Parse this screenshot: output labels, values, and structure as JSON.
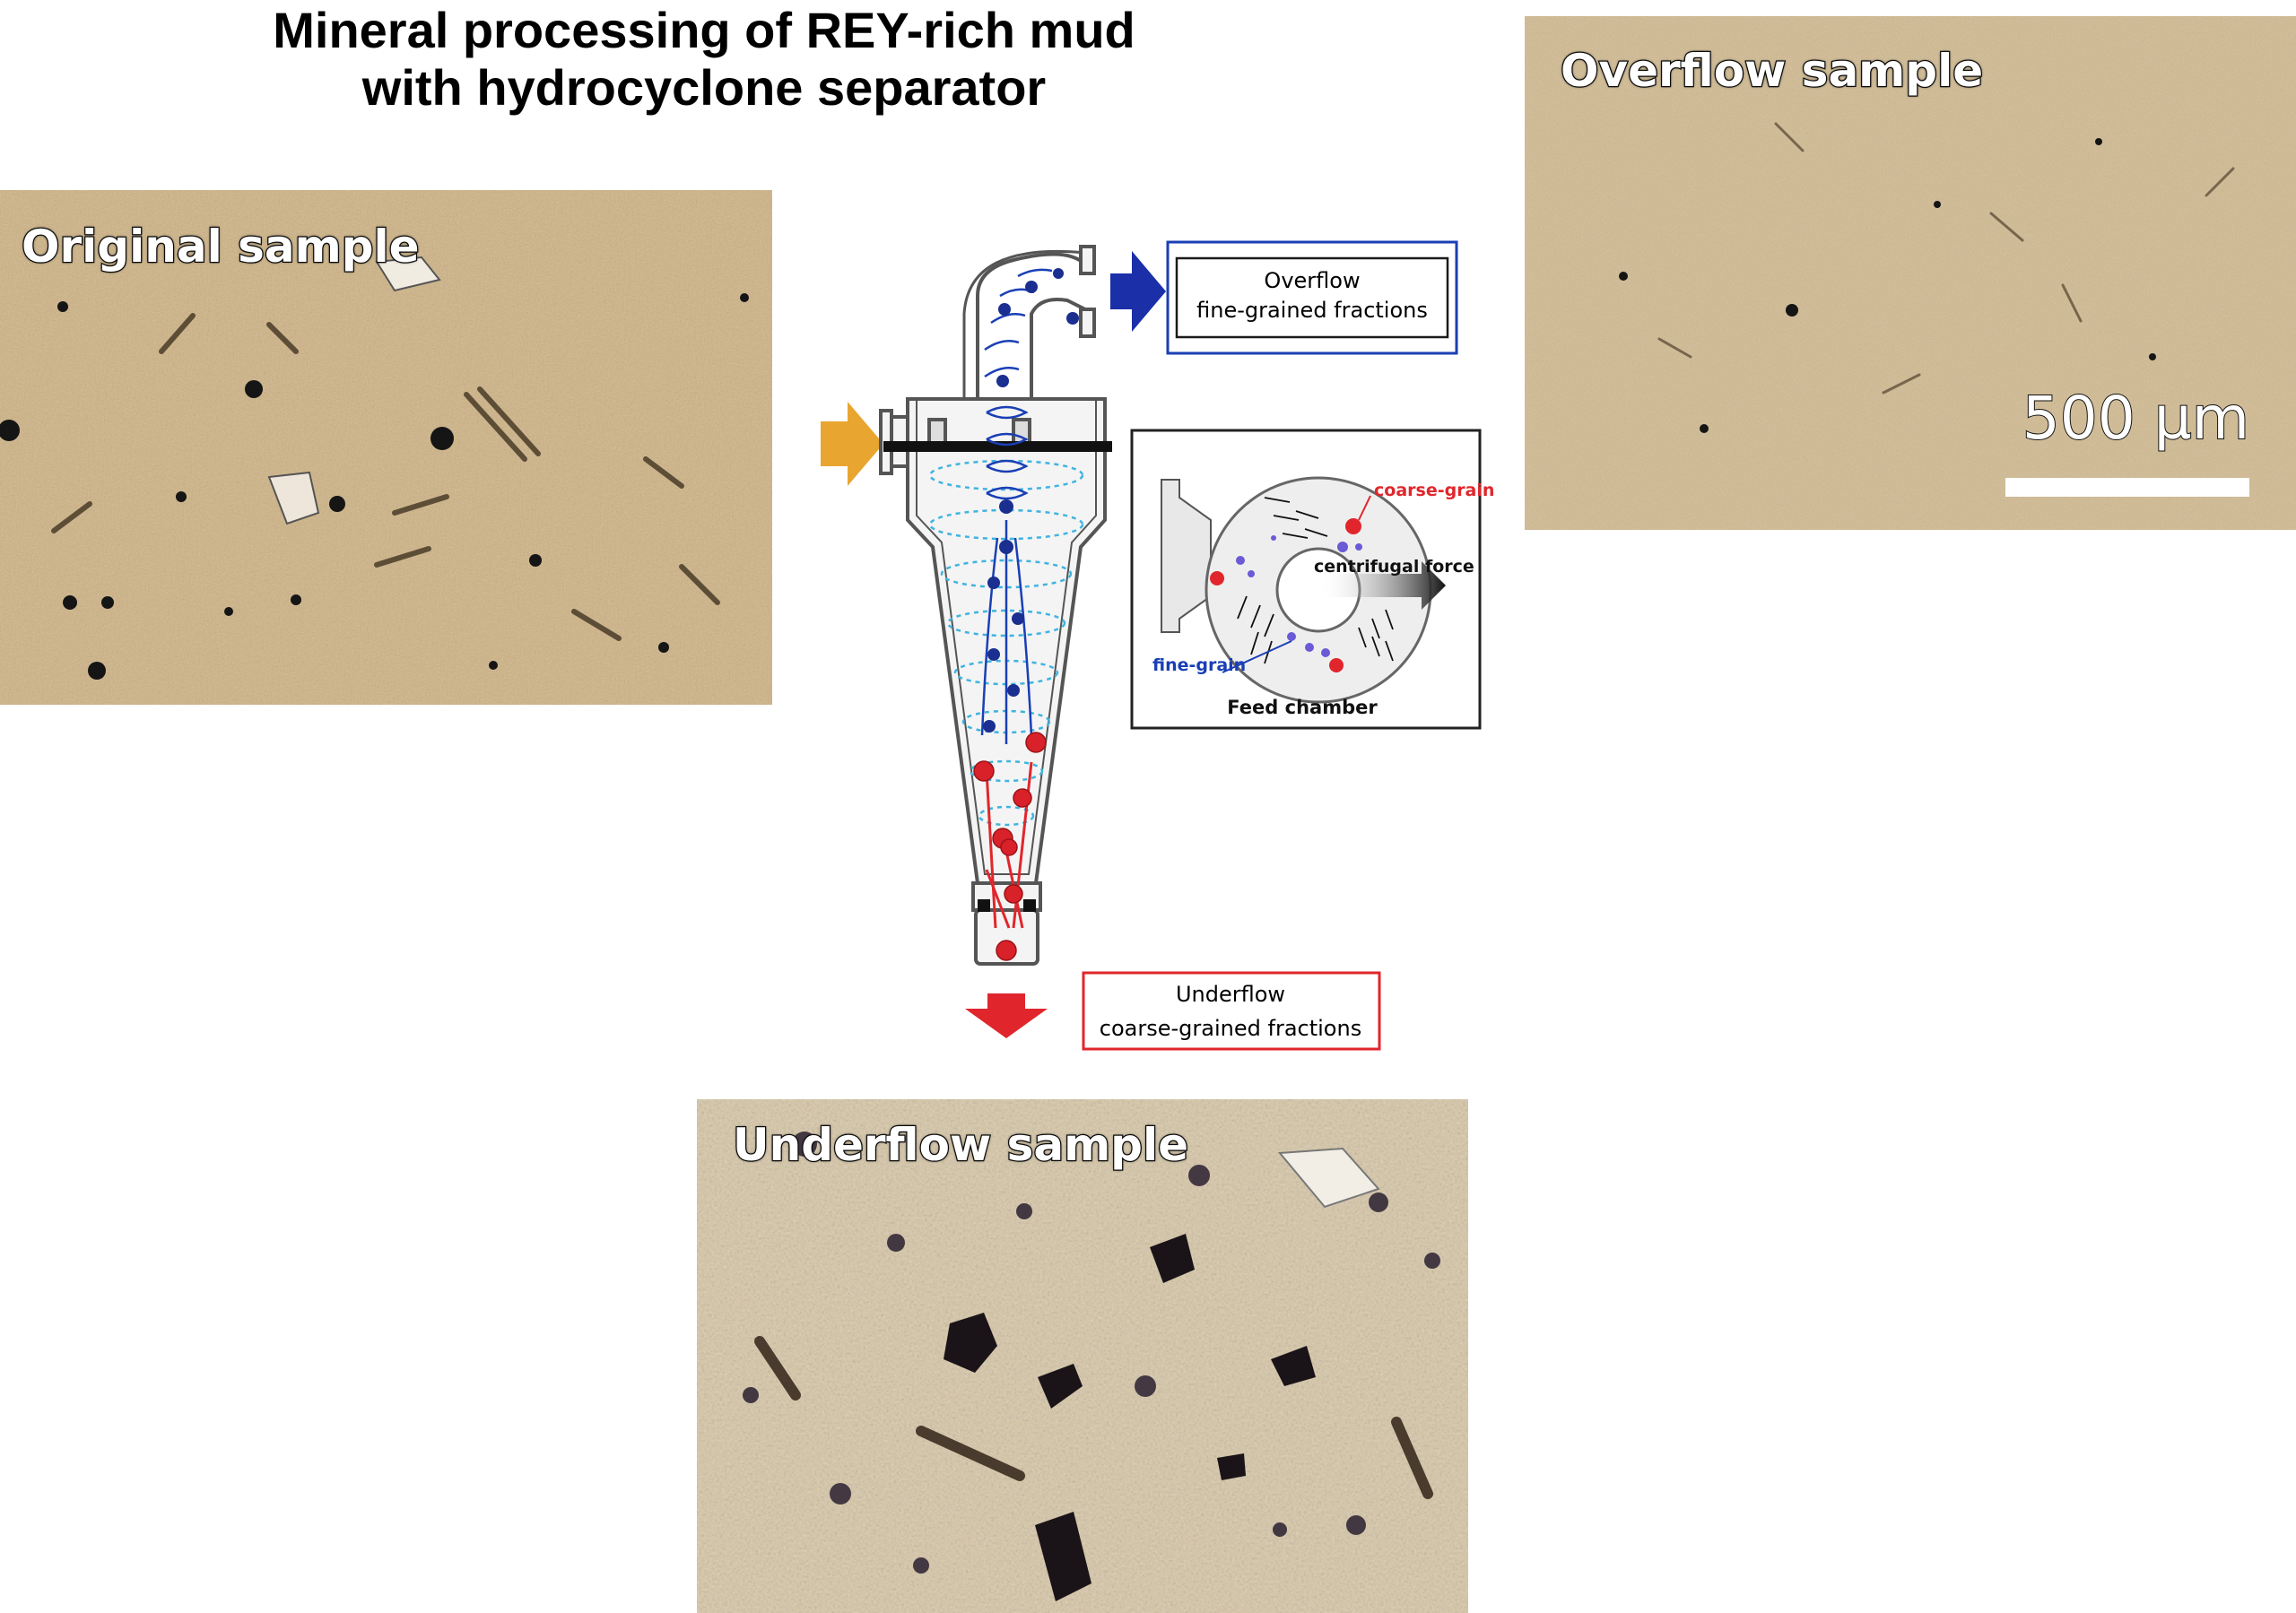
{
  "title": {
    "line1": "Mineral processing of REY-rich mud",
    "line2": "with hydrocyclone separator"
  },
  "samples": {
    "original": "Original sample",
    "overflow": "Overflow sample",
    "underflow": "Underflow sample"
  },
  "scale_bar": {
    "label": "500 µm"
  },
  "diagram": {
    "overflow_box": {
      "line1": "Overflow",
      "line2": "fine-grained fractions"
    },
    "underflow_box": {
      "line1": "Underflow",
      "line2": "coarse-grained fractions"
    },
    "inset": {
      "coarse_label": "coarse-grain",
      "fine_label": "fine-grain",
      "force_label": "centrifugal force",
      "caption": "Feed chamber"
    }
  },
  "colors": {
    "overflow_blue": "#1a3fb5",
    "underflow_red": "#e0262c",
    "feed_orange": "#e8a630",
    "sample_beige": "#cdb48a",
    "swirl_cyan": "#3fb4e0"
  }
}
